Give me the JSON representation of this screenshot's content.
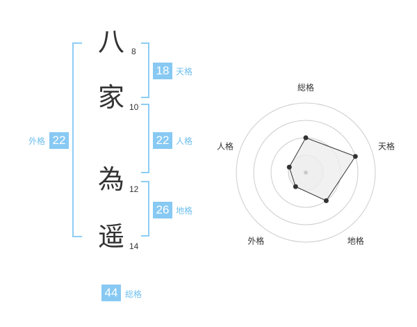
{
  "name": {
    "chars": [
      {
        "char": "八",
        "strokes": "8"
      },
      {
        "char": "家",
        "strokes": "10"
      },
      {
        "char": "為",
        "strokes": "12"
      },
      {
        "char": "遥",
        "strokes": "14"
      }
    ]
  },
  "fortune": {
    "tenkaku": {
      "value": "18",
      "label": "天格"
    },
    "jinkaku": {
      "value": "22",
      "label": "人格"
    },
    "chikaku": {
      "value": "26",
      "label": "地格"
    },
    "gaikaku": {
      "value": "22",
      "label": "外格"
    },
    "soukaku": {
      "value": "44",
      "label": "総格"
    }
  },
  "colors": {
    "accent_box": "#87c9f3",
    "bracket": "#8ccdf5",
    "label_text": "#6fbfee",
    "radar_fill": "#eeeeee",
    "radar_line": "#333333"
  },
  "chart_data": {
    "type": "radar",
    "axes": [
      "総格",
      "天格",
      "地格",
      "外格",
      "人格"
    ],
    "levels": 4,
    "range": [
      0,
      4
    ],
    "series": [
      {
        "values": [
          2,
          3,
          2,
          1,
          1
        ]
      }
    ]
  }
}
